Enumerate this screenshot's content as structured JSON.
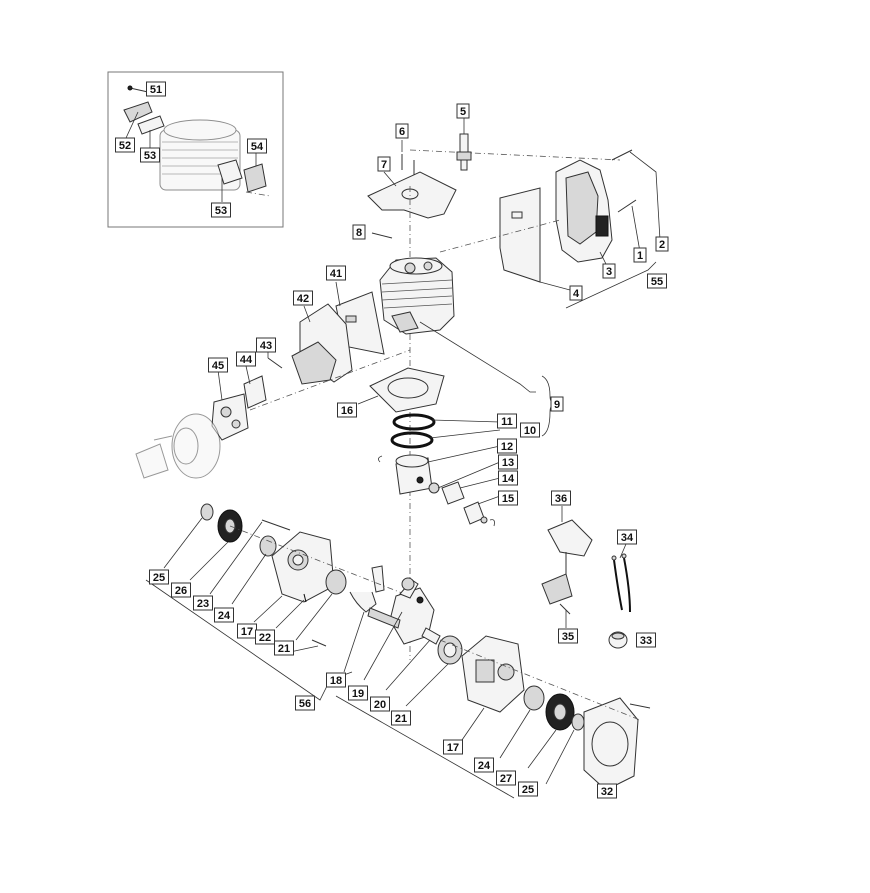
{
  "callouts": {
    "c1": "1",
    "c2": "2",
    "c3": "3",
    "c4": "4",
    "c5": "5",
    "c6": "6",
    "c7": "7",
    "c8": "8",
    "c9": "9",
    "c10": "10",
    "c11": "11",
    "c12": "12",
    "c13": "13",
    "c14": "14",
    "c15": "15",
    "c16": "16",
    "c17a": "17",
    "c17b": "17",
    "c18": "18",
    "c19": "19",
    "c20": "20",
    "c21a": "21",
    "c21b": "21",
    "c22": "22",
    "c23": "23",
    "c24a": "24",
    "c24b": "24",
    "c25a": "25",
    "c25b": "25",
    "c26": "26",
    "c27": "27",
    "c32": "32",
    "c33": "33",
    "c34": "34",
    "c35": "35",
    "c36": "36",
    "c41": "41",
    "c42": "42",
    "c43": "43",
    "c44": "44",
    "c45": "45",
    "c51": "51",
    "c52": "52",
    "c53a": "53",
    "c53b": "53",
    "c54": "54",
    "c55": "55",
    "c56": "56"
  },
  "colors": {
    "line": "#333333",
    "fill": "#f4f4f4",
    "dark": "#222222"
  }
}
